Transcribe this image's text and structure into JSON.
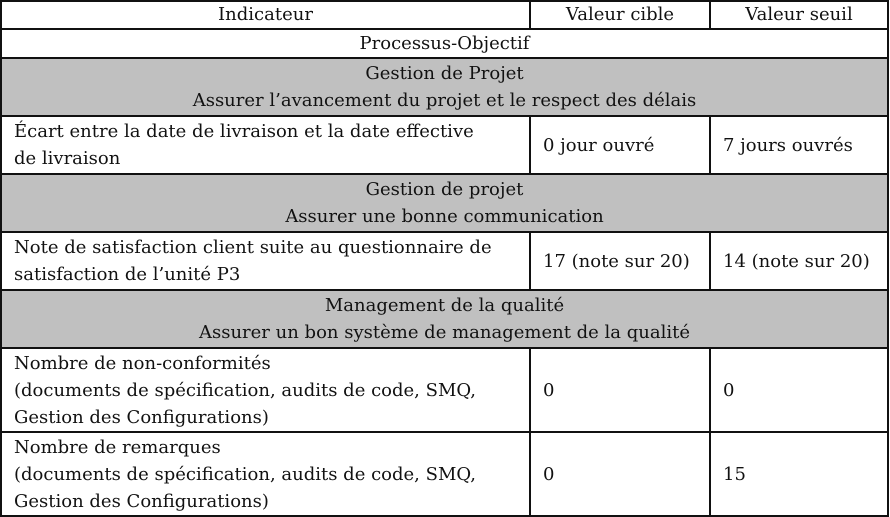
{
  "table": {
    "headers": [
      "Indicateur",
      "Valeur cible",
      "Valeur seuil"
    ],
    "processus_title": "Processus-Objectif",
    "sections": [
      {
        "process": "Gestion de Projet",
        "objective": "Assurer l’avancement du projet et le respect des délais",
        "rows": [
          {
            "indicator_lines": [
              "Écart entre la date de livraison et la date effective",
              "de livraison"
            ],
            "target": "0 jour ouvré",
            "threshold": "7 jours ouvrés"
          }
        ]
      },
      {
        "process": "Gestion de projet",
        "objective": "Assurer une bonne communication",
        "rows": [
          {
            "indicator_lines": [
              "Note de satisfaction client suite au questionnaire de",
              "satisfaction de l’unité P3"
            ],
            "target": "17 (note sur 20)",
            "threshold": "14 (note sur 20)"
          }
        ]
      },
      {
        "process": "Management de la qualité",
        "objective": "Assurer un bon système de management de la qualité",
        "rows": [
          {
            "indicator_lines": [
              "Nombre de non-conformités",
              "(documents de spécification, audits de code, SMQ,",
              "Gestion des Configurations)"
            ],
            "target": "0",
            "threshold": "0"
          },
          {
            "indicator_lines": [
              "Nombre de remarques",
              "(documents de spécification, audits de code, SMQ,",
              "Gestion des Configurations)"
            ],
            "target": "0",
            "threshold": "15"
          }
        ]
      }
    ]
  },
  "colors": {
    "section_background": "#c0c0c0",
    "border": "#111111",
    "text": "#111111"
  }
}
